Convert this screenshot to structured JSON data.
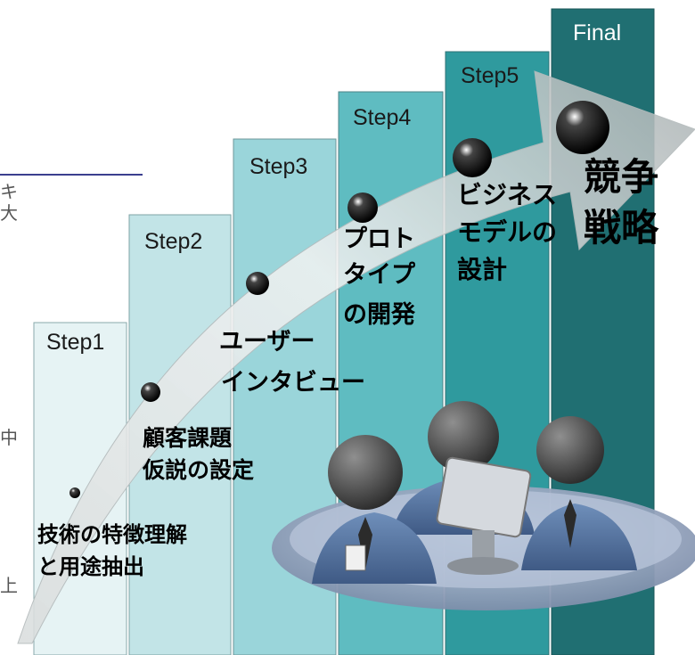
{
  "steps": [
    {
      "label": "Step1",
      "fill": "#e6f3f4"
    },
    {
      "label": "Step2",
      "fill": "#c2e4e7"
    },
    {
      "label": "Step3",
      "fill": "#9ad5da"
    },
    {
      "label": "Step4",
      "fill": "#5fbcc1"
    },
    {
      "label": "Step5",
      "fill": "#2f9a9e"
    },
    {
      "label": "Final",
      "fill": "#206f72"
    }
  ],
  "stages": [
    {
      "lines": [
        "技術の特徴理解",
        "と用途抽出"
      ]
    },
    {
      "lines": [
        "顧客課題",
        "仮説の設定"
      ]
    },
    {
      "lines": [
        "ユーザー",
        "インタビュー"
      ]
    },
    {
      "lines": [
        "プロト",
        "タイプ",
        "の開発"
      ]
    },
    {
      "lines": [
        "ビジネス",
        "モデルの",
        "設計"
      ]
    },
    {
      "lines": [
        "競争",
        "戦略"
      ]
    }
  ],
  "edge_fragments": [
    "キ",
    "大",
    "中",
    "上"
  ],
  "colors": {
    "arrow_light": "#f4f4f4",
    "arrow_dark": "#9aa5a6",
    "accent_line": "#3b3f8f",
    "dot": "#000000"
  },
  "illustration": {
    "icon": "team-meeting-illustration"
  }
}
